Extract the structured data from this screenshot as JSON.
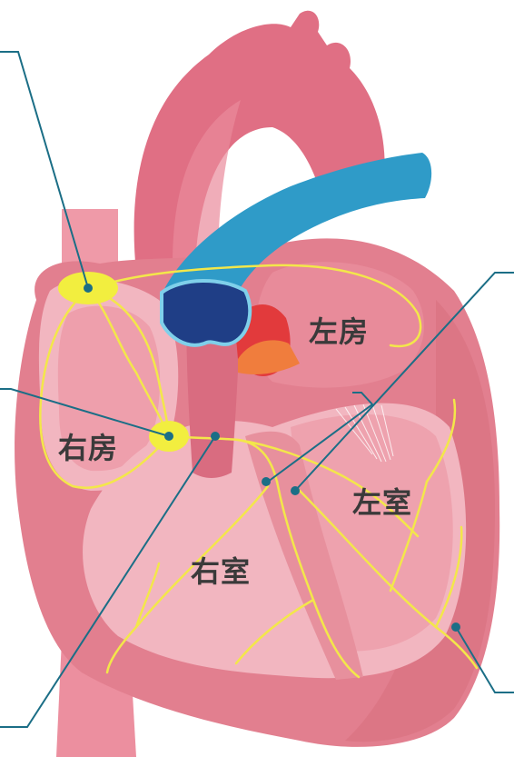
{
  "labels": {
    "left_atrium": "左房",
    "right_atrium": "右房",
    "left_ventricle": "左室",
    "right_ventricle": "右室"
  },
  "colors": {
    "background": "#ffffff",
    "heart_outer": "#e27f8f",
    "heart_mid": "#ea98a5",
    "heart_inner": "#f2b6c0",
    "aorta": "#e06f84",
    "pulmonary_artery": "#2f9bc8",
    "pulmonary_artery_dark": "#1f3e86",
    "conduction": "#f3e74a",
    "node": "#f2ee3f",
    "leader_line": "#1b6e86",
    "label_text": "#3a3a3a"
  },
  "icons": [
    "sinoatrial-node-icon",
    "atrioventricular-node-icon"
  ]
}
